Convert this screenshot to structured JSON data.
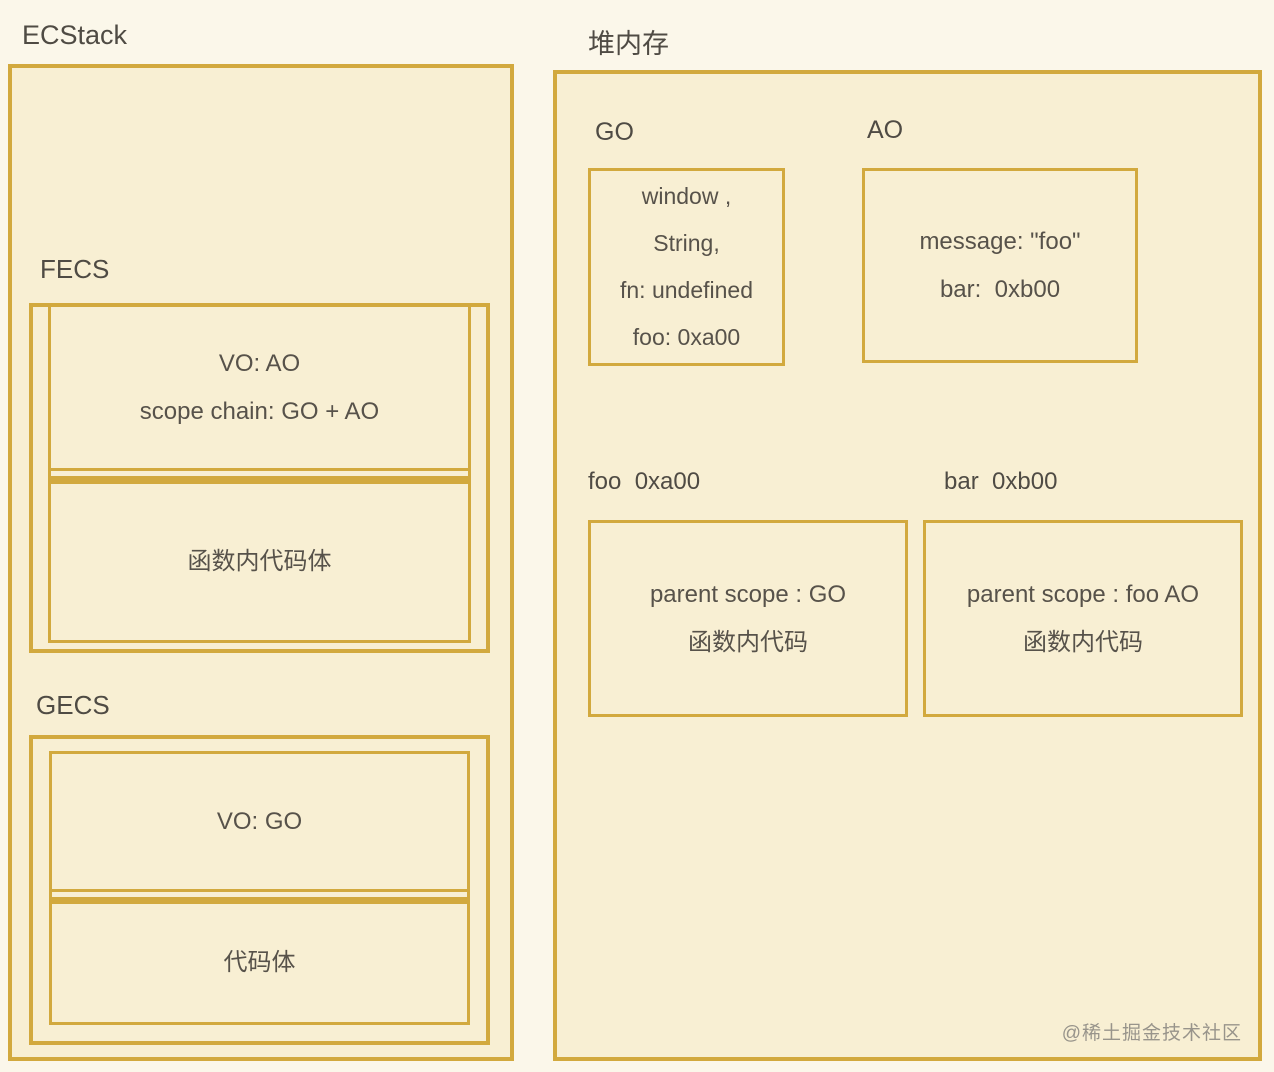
{
  "palette": {
    "page_bg": "#FBF7EA",
    "box_fill": "#F8EFD3",
    "border_gold": "#D2A93E",
    "text": "#57524A",
    "watermark_gray": "#98948B"
  },
  "stack": {
    "title": "ECStack",
    "fecs": {
      "label": "FECS",
      "top_cell": {
        "line1": "VO: AO",
        "line2": "scope chain: GO + AO"
      },
      "bottom_cell": {
        "line1": "函数内代码体"
      }
    },
    "gecs": {
      "label": "GECS",
      "top_cell": {
        "line1": "VO: GO"
      },
      "bottom_cell": {
        "line1": "代码体"
      }
    }
  },
  "heap": {
    "title": "堆内存",
    "go": {
      "label": "GO",
      "line1": "window ,",
      "line2": "String,",
      "line3": "fn: undefined",
      "line4": "foo: 0xa00"
    },
    "ao": {
      "label": "AO",
      "line1": "message: \"foo\"",
      "line2": "bar:  0xb00"
    },
    "foo_fn": {
      "label": "foo  0xa00",
      "line1": "parent scope : GO",
      "line2": "函数内代码"
    },
    "bar_fn": {
      "label": "bar  0xb00",
      "line1": "parent scope : foo AO",
      "line2": "函数内代码"
    },
    "watermark": "@稀土掘金技术社区"
  }
}
